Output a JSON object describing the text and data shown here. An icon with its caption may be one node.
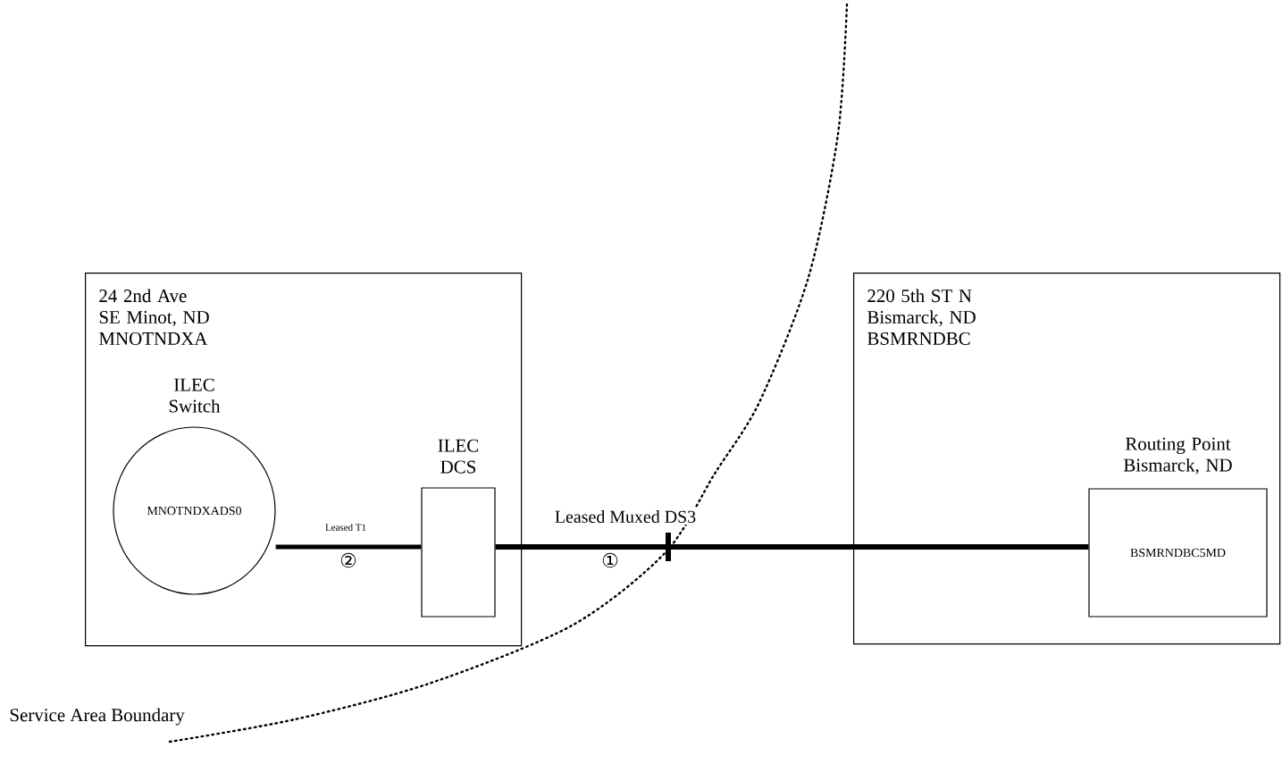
{
  "diagram": {
    "nodes": [
      {
        "text": [
          "24 2nd Ave SE Minot, ND MNOTNDXA"
        ]
      },
      {
        "text": [
          "ILEC Switch",
          "MNOTNDXADS0"
        ],
        "in": 0
      },
      {
        "text": [
          "ILEC DCS"
        ],
        "in": 0
      },
      {
        "text": [
          "220 5th ST N Bismarck, ND BSMRNDBC"
        ]
      },
      {
        "text": [
          "Routing Point Bismarck, ND",
          "BSMRNDBC5MD"
        ],
        "in": 3
      }
    ],
    "edges": [
      {
        "from": 1,
        "to": 2,
        "arrow": "none",
        "label": "Leased T1"
      },
      {
        "from": 2,
        "to": 4,
        "arrow": "none",
        "label": "Leased Muxed DS3"
      }
    ],
    "labels": [
      "②",
      "①",
      "Service Area Boundary"
    ]
  }
}
